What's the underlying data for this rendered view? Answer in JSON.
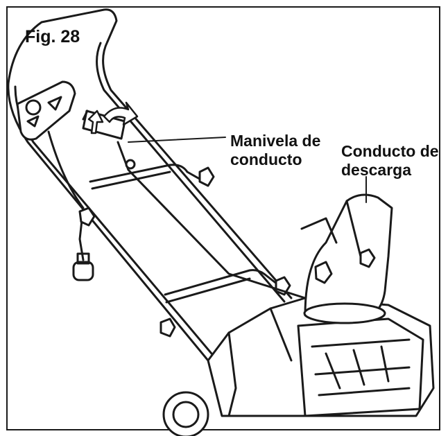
{
  "figure": {
    "title": "Fig. 28"
  },
  "callouts": {
    "crank": {
      "line1": "Manivela de",
      "line2": "conducto"
    },
    "chute": {
      "line1": "Conducto de",
      "line2": "descarga"
    }
  },
  "icons": [
    "rotation-arrow-icon",
    "plug-icon"
  ],
  "colors": {
    "line": "#1a1a1a",
    "background": "#ffffff",
    "shade": "#d9d9d9"
  }
}
